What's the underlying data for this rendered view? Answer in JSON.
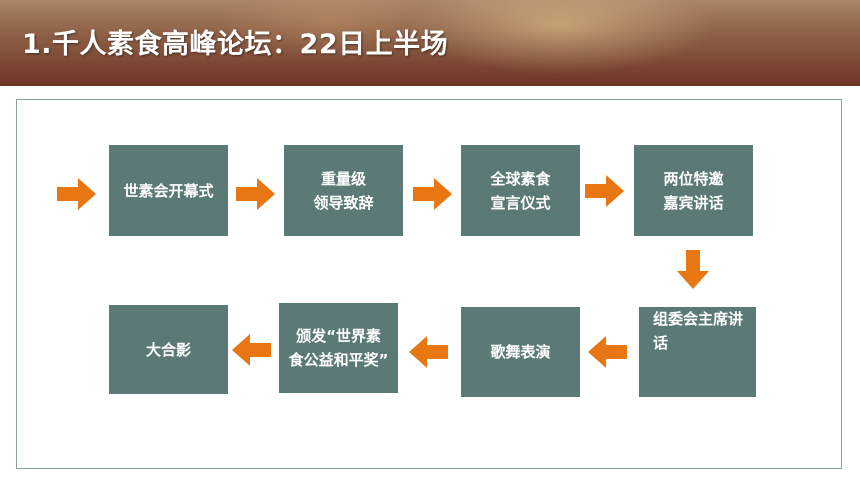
{
  "header": {
    "title": "1.千人素食高峰论坛：22日上半场"
  },
  "colors": {
    "box": "#5b7a77",
    "arrow": "#e87612",
    "frame_border": "#8aa39c"
  },
  "flow": {
    "steps": [
      {
        "lines": [
          "世素会开幕式"
        ]
      },
      {
        "lines": [
          "重量级",
          "领导致辞"
        ]
      },
      {
        "lines": [
          "全球素食",
          "宣言仪式"
        ]
      },
      {
        "lines": [
          "两位特邀",
          "嘉宾讲话"
        ]
      },
      {
        "lines": [
          "组委会主席讲",
          "话"
        ]
      },
      {
        "lines": [
          "歌舞表演"
        ]
      },
      {
        "lines": [
          "颁发“世界素",
          "食公益和平奖”"
        ]
      },
      {
        "lines": [
          "大合影"
        ]
      }
    ]
  }
}
